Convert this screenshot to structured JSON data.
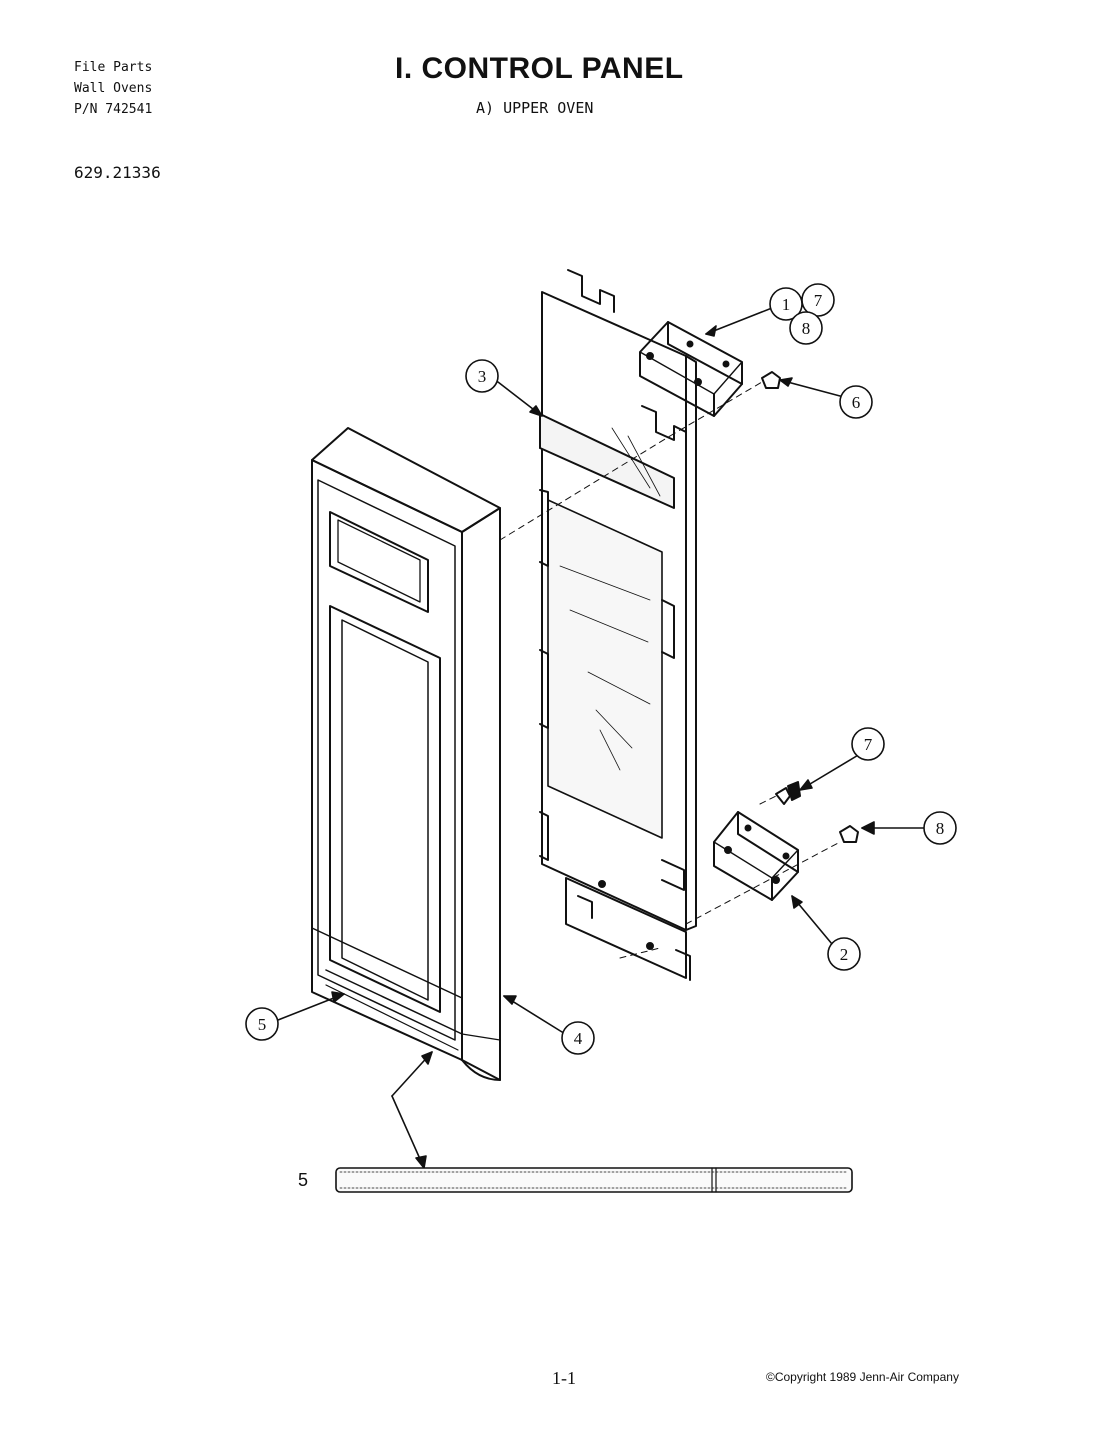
{
  "header": {
    "line1": "File Parts",
    "line2": "Wall Ovens",
    "line3": "P/N 742541"
  },
  "model_number": "629.21336",
  "title": "I. CONTROL PANEL",
  "subtitle": "A)  UPPER OVEN",
  "callouts": {
    "c1": "1",
    "c7a": "7",
    "c8a": "8",
    "c3": "3",
    "c6": "6",
    "c7b": "7",
    "c8b": "8",
    "c2": "2",
    "c5": "5",
    "c4": "4"
  },
  "strip_label": "5",
  "footer": {
    "page_number": "1-1",
    "copyright": "©Copyright 1989 Jenn-Air Company"
  }
}
